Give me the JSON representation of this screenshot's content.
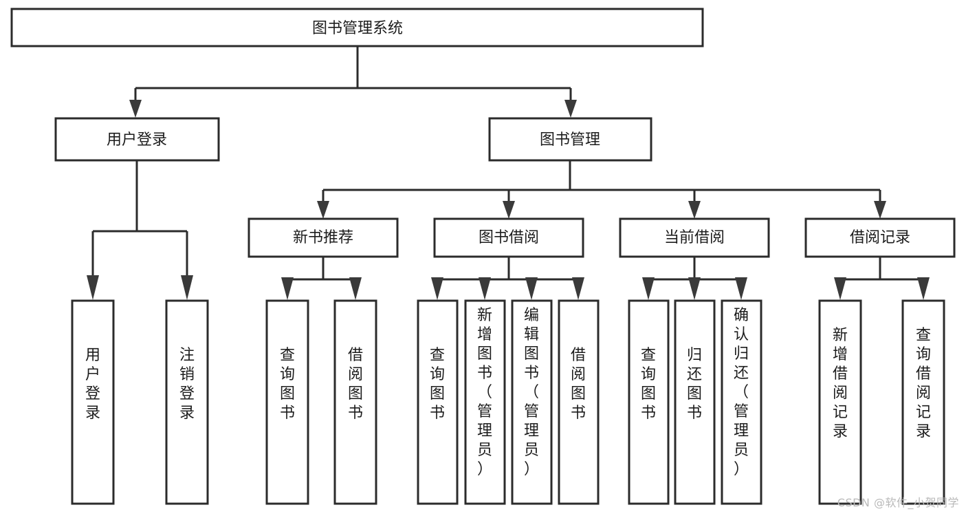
{
  "diagram": {
    "type": "tree-hierarchy",
    "title": "图书管理系统",
    "orientation": "top-down",
    "colors": {
      "stroke": "#2b2b2b",
      "fill": "#ffffff",
      "text": "#1c1c1c",
      "watermark": "#b9b9b9"
    },
    "levels": {
      "root": {
        "label": "图书管理系统"
      },
      "level1": [
        {
          "label": "用户登录"
        },
        {
          "label": "图书管理"
        }
      ],
      "level2": [
        {
          "label": "新书推荐"
        },
        {
          "label": "图书借阅"
        },
        {
          "label": "当前借阅"
        },
        {
          "label": "借阅记录"
        }
      ]
    },
    "nodes": {
      "root": "图书管理系统",
      "user_login": "用户登录",
      "book_mgmt": "图书管理",
      "new_book_rec": "新书推荐",
      "book_borrow": "图书借阅",
      "current_borrow": "当前借阅",
      "borrow_record": "借阅记录",
      "leaf_user_login": "用户登录",
      "leaf_logout": "注销登录",
      "leaf_query_book_1": "查询图书",
      "leaf_borrow_book_1": "借阅图书",
      "leaf_query_book_2": "查询图书",
      "leaf_add_book": "新增图书（管理员）",
      "leaf_edit_book": "编辑图书（管理员）",
      "leaf_borrow_book_2": "借阅图书",
      "leaf_query_book_3": "查询图书",
      "leaf_return_book": "归还图书",
      "leaf_confirm_return": "确认归还（管理员）",
      "leaf_add_record": "新增借阅记录",
      "leaf_query_record": "查询借阅记录"
    },
    "branches": [
      {
        "parent": "用户登录",
        "children": [
          "用户登录",
          "注销登录"
        ]
      },
      {
        "parent": "新书推荐",
        "children": [
          "查询图书",
          "借阅图书"
        ]
      },
      {
        "parent": "图书借阅",
        "children": [
          "查询图书",
          "新增图书（管理员）",
          "编辑图书（管理员）",
          "借阅图书"
        ]
      },
      {
        "parent": "当前借阅",
        "children": [
          "查询图书",
          "归还图书",
          "确认归还（管理员）"
        ]
      },
      {
        "parent": "借阅记录",
        "children": [
          "新增借阅记录",
          "查询借阅记录"
        ]
      }
    ]
  },
  "watermark": {
    "text": "CSDN @软件_小贺同学"
  }
}
